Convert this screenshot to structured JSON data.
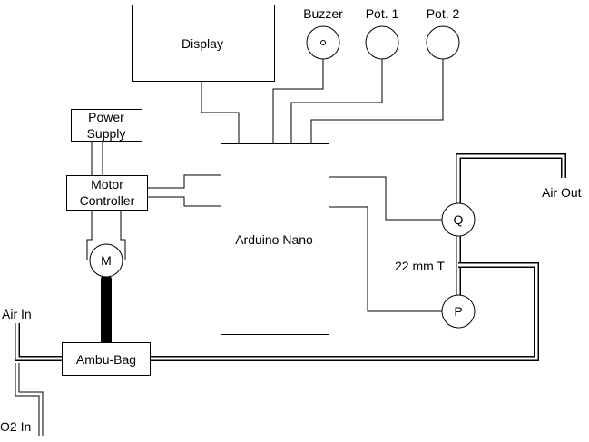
{
  "labels": {
    "display": "Display",
    "buzzer": "Buzzer",
    "pot1": "Pot. 1",
    "pot2": "Pot. 2",
    "power_supply_line1": "Power",
    "power_supply_line2": "Supply",
    "motor_controller_line1": "Motor",
    "motor_controller_line2": "Controller",
    "arduino": "Arduino Nano",
    "motor": "M",
    "flow_sensor": "Q",
    "pressure_sensor": "P",
    "tee": "22 mm T",
    "ambu_bag": "Ambu-Bag",
    "air_in": "Air In",
    "o2_in": "O2 In",
    "air_out": "Air Out"
  }
}
